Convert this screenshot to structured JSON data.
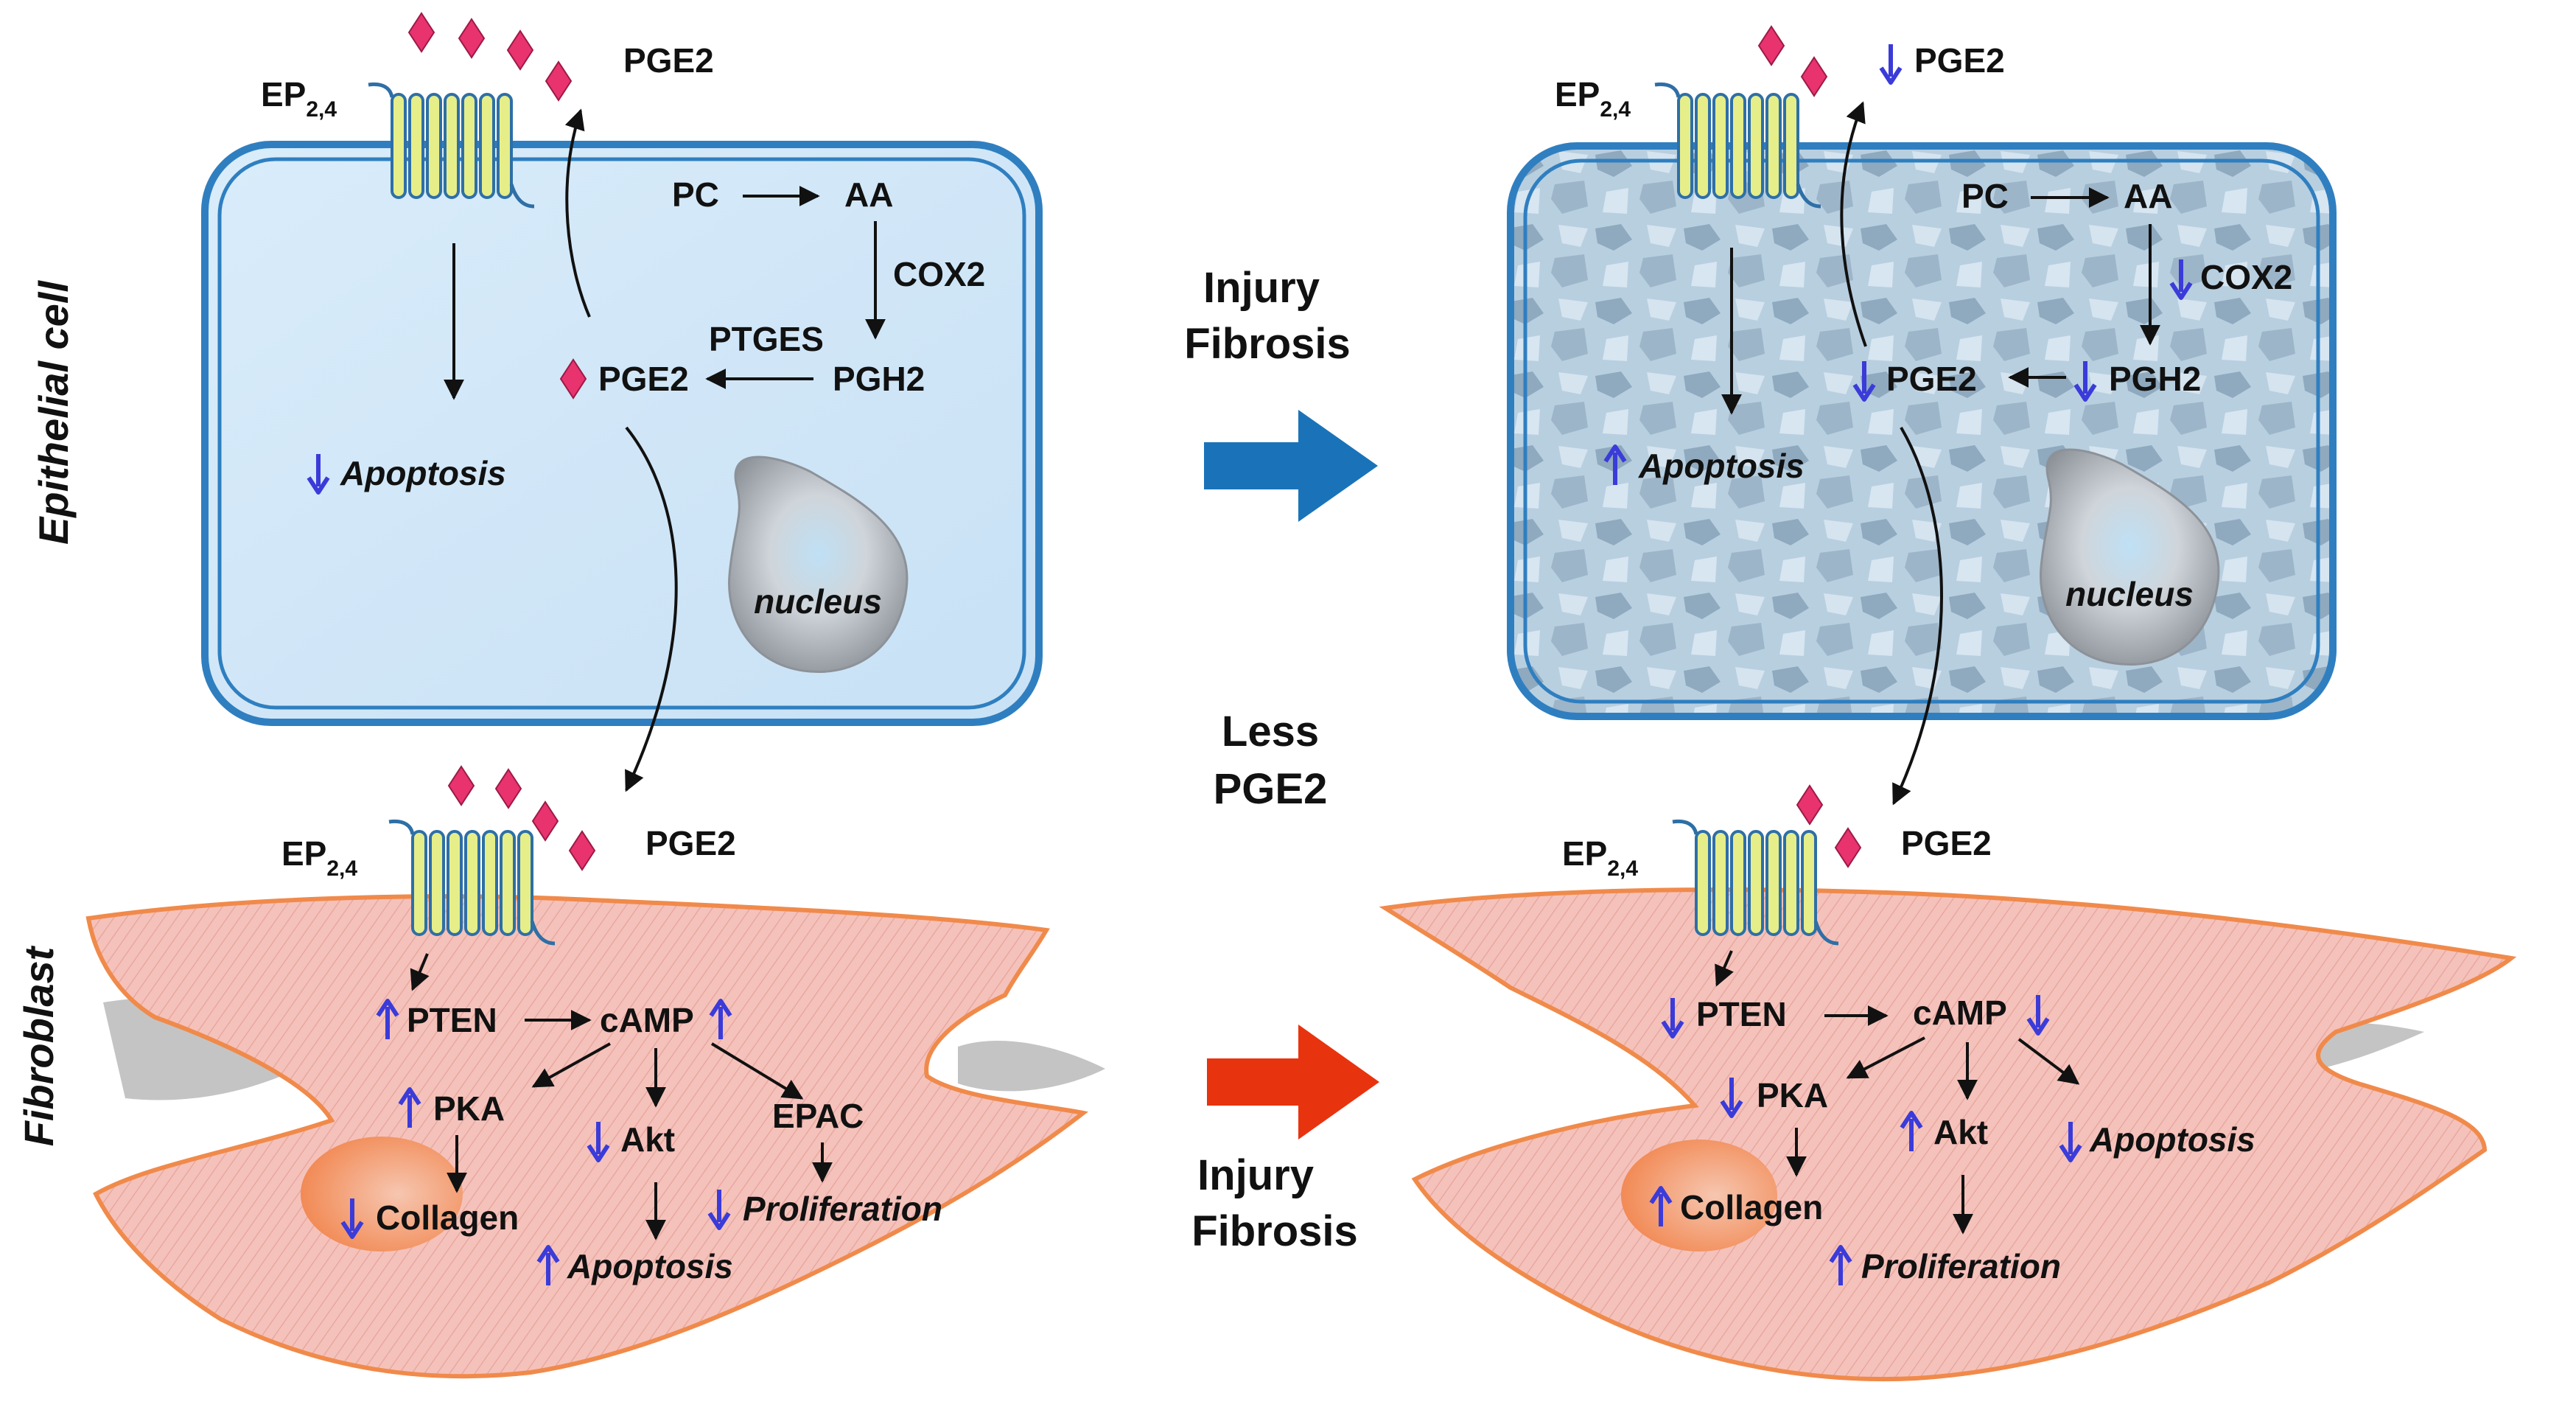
{
  "row_labels": {
    "epithelial": "Epithelial cell",
    "fibroblast": "Fibroblast"
  },
  "middle": {
    "top_line1": "Injury",
    "top_line2": "Fibrosis",
    "mid_line1": "Less",
    "mid_line2": "PGE2",
    "bottom_line1": "Injury",
    "bottom_line2": "Fibrosis"
  },
  "receptor": {
    "name": "EP",
    "sub": "2,4"
  },
  "epithelial_left": {
    "pge2_out": "PGE2",
    "pc": "PC",
    "aa": "AA",
    "cox2": "COX2",
    "ptges": "PTGES",
    "pge2": "PGE2",
    "pgh2": "PGH2",
    "apoptosis": "Apoptosis",
    "nucleus": "nucleus"
  },
  "epithelial_right": {
    "pge2_out": "PGE2",
    "pc": "PC",
    "aa": "AA",
    "cox2": "COX2",
    "pge2": "PGE2",
    "pgh2": "PGH2",
    "apoptosis": "Apoptosis",
    "nucleus": "nucleus"
  },
  "fibroblast_left": {
    "pge2": "PGE2",
    "pten": "PTEN",
    "camp": "cAMP",
    "pka": "PKA",
    "akt": "Akt",
    "epac": "EPAC",
    "collagen": "Collagen",
    "apoptosis": "Apoptosis",
    "proliferation": "Proliferation"
  },
  "fibroblast_right": {
    "pge2": "PGE2",
    "pten": "PTEN",
    "camp": "cAMP",
    "pka": "PKA",
    "akt": "Akt",
    "apoptosis": "Apoptosis",
    "collagen": "Collagen",
    "proliferation": "Proliferation"
  },
  "colors": {
    "cell_fill": "#d6e9f7",
    "cell_border": "#2f7fc0",
    "fibro_fill": "#f7c7c2",
    "fibro_border": "#f08a4b",
    "diamond": "#e8336f",
    "arrow_up_down": "#3b3bd9",
    "blue_arrow": "#1a73b8",
    "red_arrow": "#e8330f",
    "receptor_fill": "#e6ee8a",
    "receptor_stroke": "#2e6fa6"
  }
}
